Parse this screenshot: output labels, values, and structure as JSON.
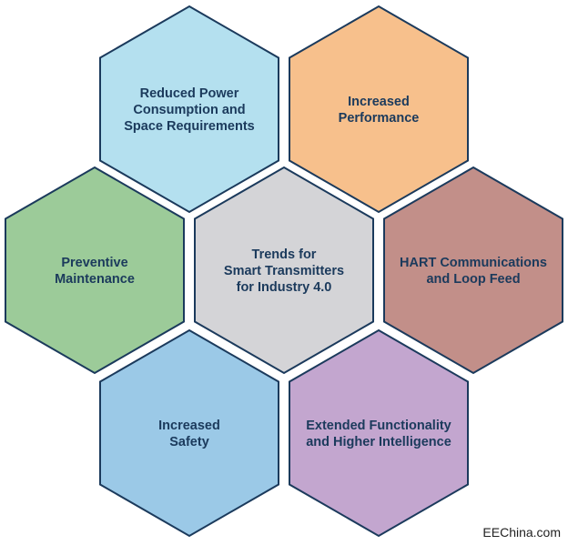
{
  "diagram": {
    "center": {
      "id": "center",
      "lines": [
        "Trends for",
        "Smart Transmitters",
        "for Industry 4.0"
      ],
      "color": "#d4d4d7"
    },
    "hexagons": [
      {
        "id": "top-left",
        "lines": [
          "Reduced Power",
          "Consumption and",
          "Space Requirements"
        ],
        "color": "#b4e0ef"
      },
      {
        "id": "top-right",
        "lines": [
          "Increased",
          "Performance"
        ],
        "color": "#f7c08c"
      },
      {
        "id": "mid-left",
        "lines": [
          "Preventive",
          "Maintenance"
        ],
        "color": "#9ccb99"
      },
      {
        "id": "mid-right",
        "lines": [
          "HART Communications",
          "and Loop Feed"
        ],
        "color": "#c28f89"
      },
      {
        "id": "bottom-left",
        "lines": [
          "Increased",
          "Safety"
        ],
        "color": "#9bc9e7"
      },
      {
        "id": "bottom-right",
        "lines": [
          "Extended Functionality",
          "and Higher Intelligence"
        ],
        "color": "#c3a6cf"
      }
    ],
    "stroke_color": "#1b3a5c",
    "text_color": "#1b3a5c"
  },
  "watermark": "EEChina.com"
}
